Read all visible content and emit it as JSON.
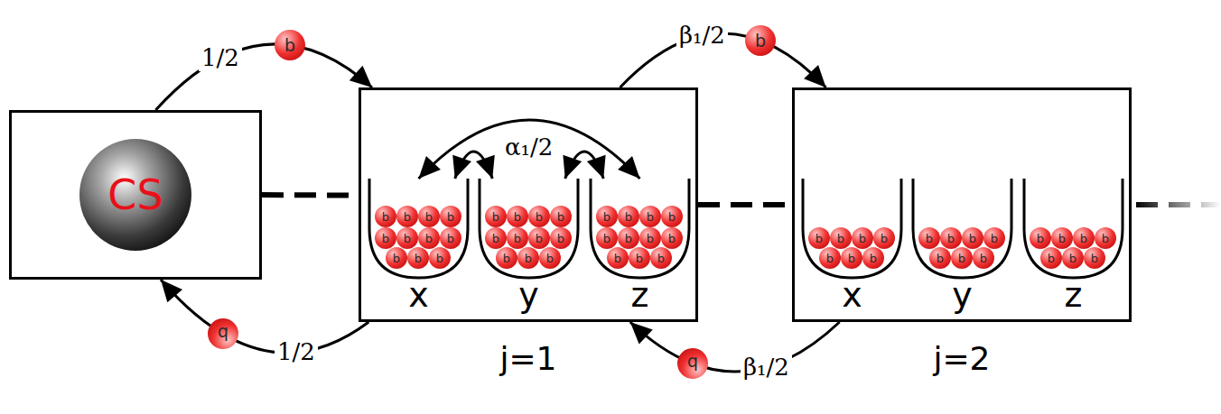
{
  "diagram": {
    "nodes": [
      {
        "text": [
          "CS"
        ]
      },
      {
        "text": [
          "j=1"
        ]
      },
      {
        "text": [
          "j=2"
        ]
      },
      {
        "text": [
          "x"
        ],
        "in": 1
      },
      {
        "text": [
          "y"
        ],
        "in": 1
      },
      {
        "text": [
          "z"
        ],
        "in": 1
      },
      {
        "text": [
          "x"
        ],
        "in": 2
      },
      {
        "text": [
          "y"
        ],
        "in": 2
      },
      {
        "text": [
          "z"
        ],
        "in": 2
      }
    ],
    "edges": [
      {
        "from": 0,
        "to": 1,
        "arrow": "to",
        "label": "1/2"
      },
      {
        "from": 1,
        "to": 0,
        "arrow": "to",
        "label": "1/2"
      },
      {
        "from": 1,
        "to": 2,
        "arrow": "to",
        "label": "β₁/2"
      },
      {
        "from": 2,
        "to": 1,
        "arrow": "to",
        "label": "β₁/2"
      },
      {
        "from": 0,
        "to": 1,
        "arrow": "none"
      },
      {
        "from": 1,
        "to": 2,
        "arrow": "none"
      },
      {
        "from": 3,
        "to": 5,
        "arrow": "both",
        "label": "α₁/2"
      },
      {
        "from": 3,
        "to": 4,
        "arrow": "both"
      },
      {
        "from": 4,
        "to": 5,
        "arrow": "both"
      }
    ],
    "labels": [
      "b",
      "b",
      "b",
      "b",
      "b",
      "b",
      "b",
      "b",
      "b",
      "b",
      "b",
      "b",
      "b",
      "b",
      "b",
      "b",
      "b",
      "b",
      "b",
      "b",
      "b",
      "b",
      "b",
      "b",
      "b",
      "b",
      "b",
      "b",
      "b",
      "b",
      "b",
      "b",
      "b",
      "b",
      "b",
      "b",
      "b",
      "b",
      "b",
      "b",
      "b",
      "b",
      "b",
      "b",
      "b",
      "b",
      "b",
      "b",
      "b",
      "b",
      "b",
      "b",
      "b",
      "b",
      "b",
      "b",
      "b",
      "b"
    ]
  }
}
